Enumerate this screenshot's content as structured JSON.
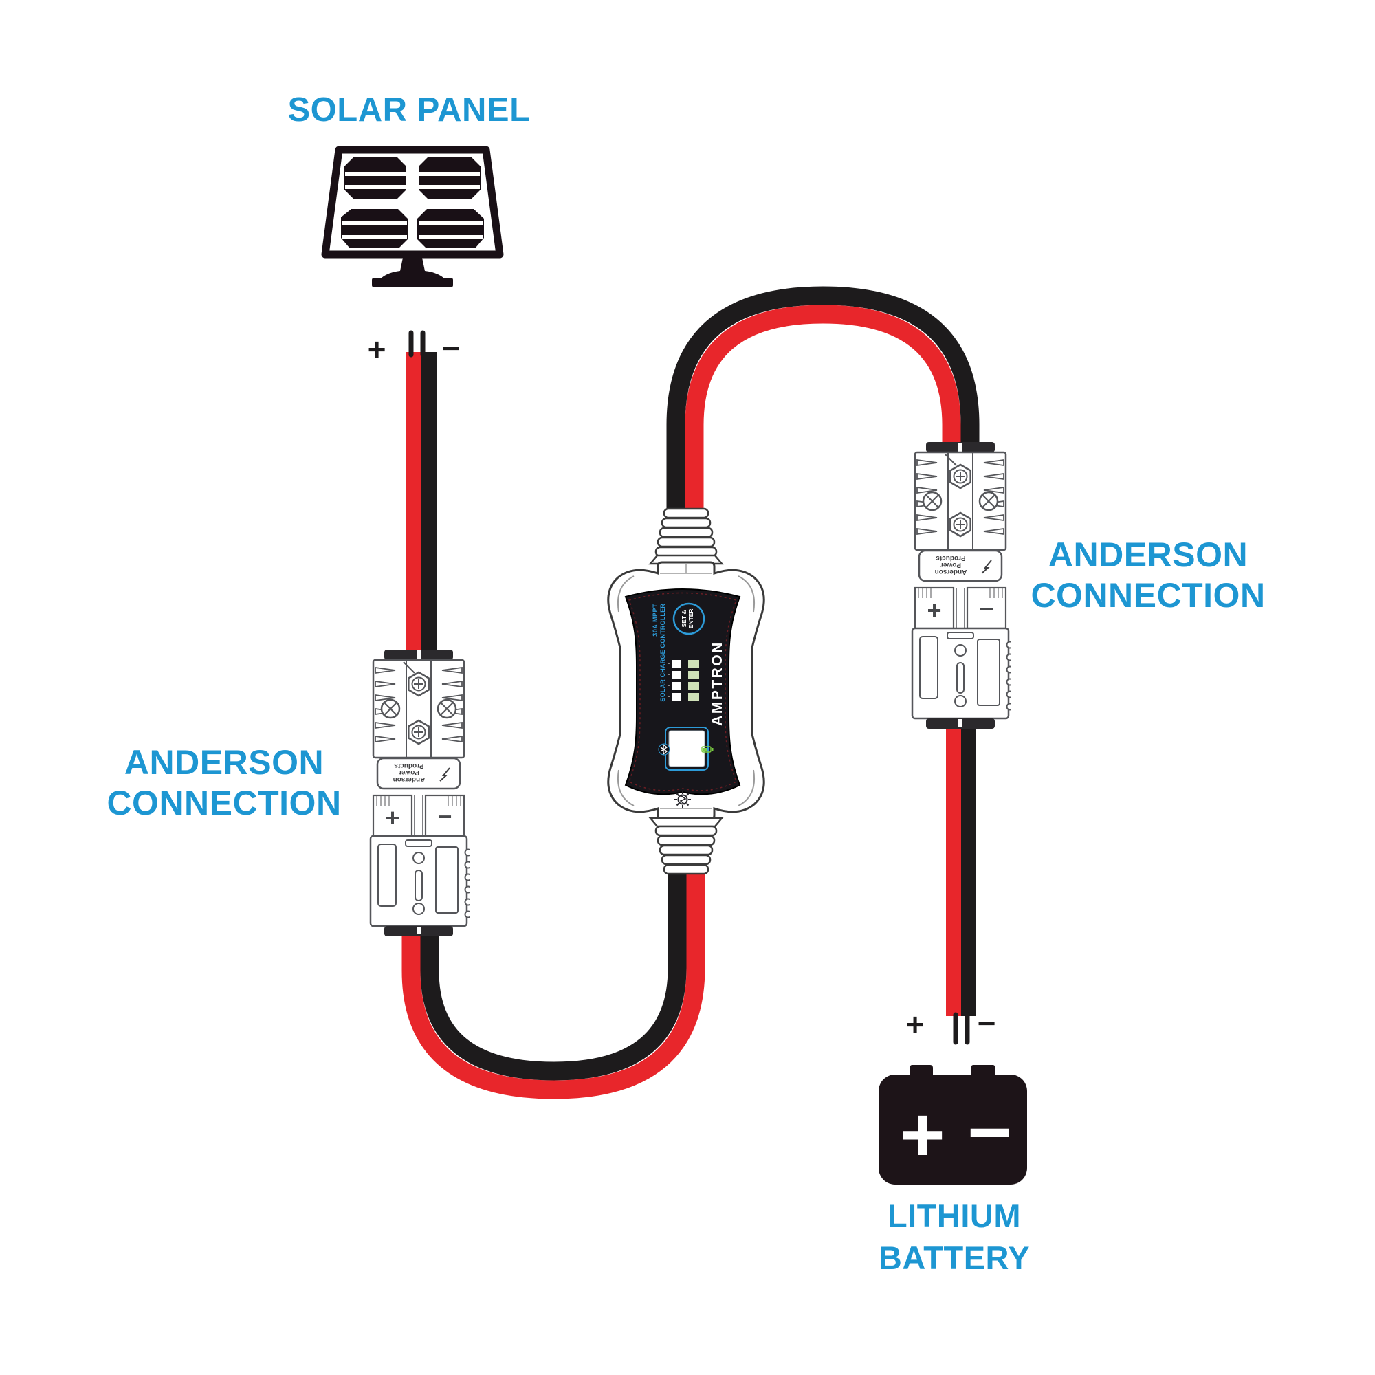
{
  "headings": {
    "solar_panel": "SOLAR PANEL",
    "anderson_left": {
      "line1": "ANDERSON",
      "line2": "CONNECTION"
    },
    "anderson_right": {
      "line1": "ANDERSON",
      "line2": "CONNECTION"
    },
    "lithium_battery": {
      "line1": "LITHIUM",
      "line2": "BATTERY"
    }
  },
  "polarity": {
    "plus": "+",
    "minus": "−"
  },
  "controller": {
    "model_line1": "30A MPPT",
    "model_line2": "SOLAR CHARGE CONTROLLER",
    "button_line1": "SET &",
    "button_line2": "ENTER",
    "brand": "AMPTRON"
  },
  "connector_label": {
    "line1": "Anderson",
    "line2": "Power",
    "line3": "Products"
  },
  "colors": {
    "heading_blue": "#1d96d2",
    "wire_red": "#e8262b",
    "wire_black": "#1d1b1c",
    "device_face_black": "#17161b",
    "device_accent_blue": "#2d9bd8",
    "led_green": "#cfe0b8",
    "battery_indicator_green": "#7ac943",
    "lineart_gray": "#55565a"
  }
}
